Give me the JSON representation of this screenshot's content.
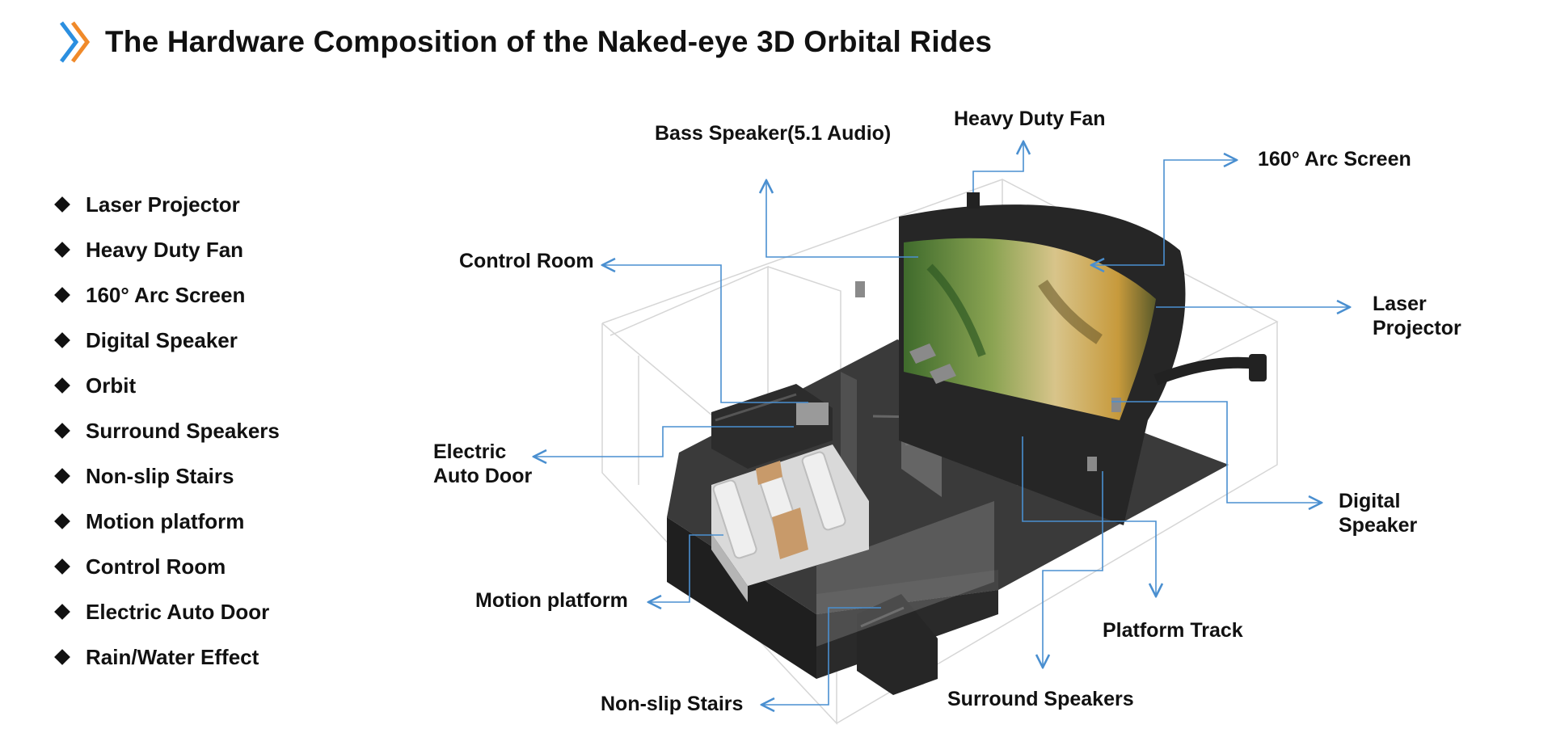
{
  "header": {
    "title": "The Hardware Composition of the Naked-eye 3D Orbital Rides"
  },
  "feature_list": [
    "Laser Projector",
    "Heavy Duty Fan",
    "160° Arc Screen",
    "Digital Speaker",
    "Orbit",
    "Surround Speakers",
    "Non-slip Stairs",
    "Motion platform",
    "Control Room",
    "Electric Auto Door",
    "Rain/Water Effect"
  ],
  "callouts": {
    "bass_speaker": "Bass Speaker(5.1 Audio)",
    "heavy_duty_fan": "Heavy Duty Fan",
    "arc_screen": "160° Arc Screen",
    "control_room": "Control Room",
    "laser_projector": "Laser Projector",
    "electric_auto_door": "Electric Auto Door",
    "digital_speaker": "Digital Speaker",
    "motion_platform": "Motion platform",
    "platform_track": "Platform Track",
    "non_slip_stairs": "Non-slip Stairs",
    "surround_speakers": "Surround Speakers"
  },
  "colors": {
    "leader_line": "#4a8fd0",
    "logo_blue": "#2b8fe0",
    "logo_orange": "#f08a2a",
    "structure_dark": "#2e2e2e",
    "wireframe": "#cfcfcf"
  }
}
